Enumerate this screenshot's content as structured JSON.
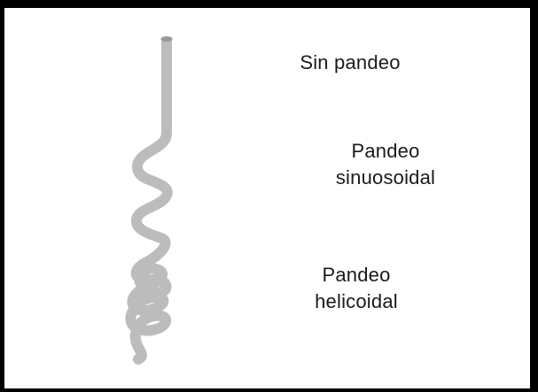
{
  "labels": {
    "no_buckling": "Sin pandeo",
    "sinusoidal_line1": "Pandeo",
    "sinusoidal_line2": "sinuosoidal",
    "helical_line1": "Pandeo",
    "helical_line2": "helicoidal"
  },
  "colors": {
    "pipe": "#bcbcbc",
    "pipe_top": "#9a9a9a",
    "frame": "#000000",
    "text": "#1a1a1a"
  }
}
